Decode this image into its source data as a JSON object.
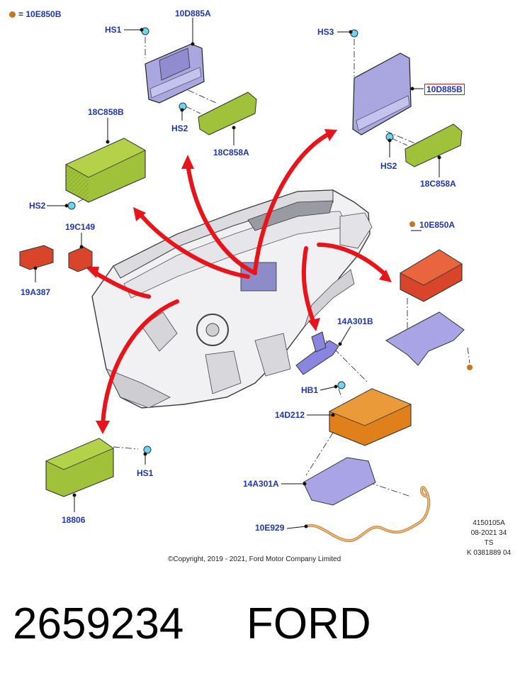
{
  "legend": {
    "dot_color": "#c8741c",
    "text": "= 10E850B"
  },
  "labels": {
    "10D885A": "10D885A",
    "HS1_top": "HS1",
    "HS2_mid": "HS2",
    "18C858A_left": "18C858A",
    "HS3": "HS3",
    "10D885B": "10D885B",
    "HS2_right": "HS2",
    "18C858A_right": "18C858A",
    "18C858B": "18C858B",
    "HS2_left": "HS2",
    "19C149": "19C149",
    "19A387": "19A387",
    "10E850A": "10E850A",
    "14A301B": "14A301B",
    "HB1": "HB1",
    "14D212": "14D212",
    "14A301A": "14A301A",
    "10E929": "10E929",
    "HS1_bottom": "HS1",
    "18806": "18806"
  },
  "info_block": [
    "4150105A",
    "08-2021 34",
    "TS",
    "K 0381889 04"
  ],
  "copyright": "©Copyright, 2019 - 2021, Ford Motor Company Limited",
  "part_number": "2659234",
  "brand": "FORD",
  "colors": {
    "label": "#1f35b8",
    "arrow": "#e8141a",
    "highlight_box": "#d01c1c",
    "bezel": "#a9a6e0",
    "module_green": "#9fc23a",
    "module_orange": "#e0801a",
    "module_red": "#d8452a",
    "bracket": "#a8a4e6",
    "screw": "#6fd6e8"
  }
}
